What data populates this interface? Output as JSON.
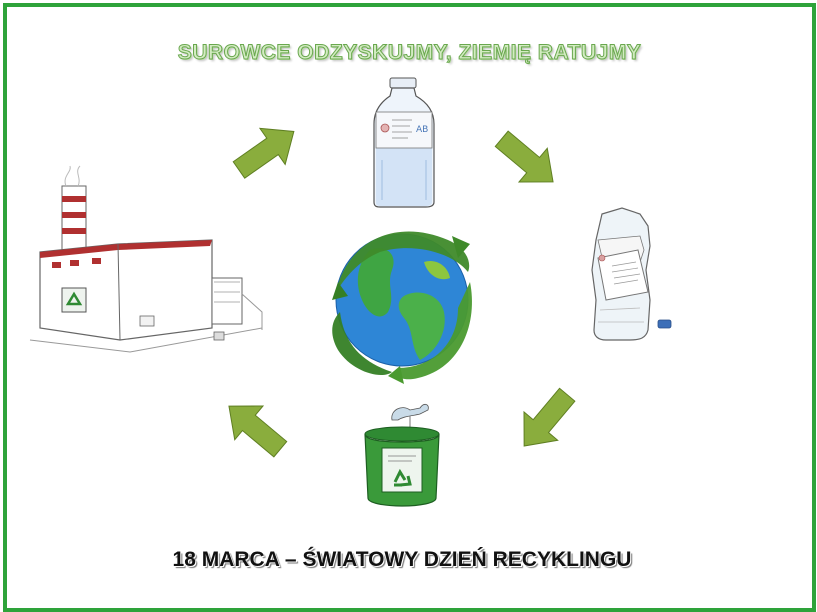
{
  "poster": {
    "headline": "SUROWCE ODZYSKUJMY,  ZIEMIĘ RATUJMY",
    "footer": "18 MARCA – ŚWIATOWY DZIEŃ RECYKLINGU",
    "bottle_label_text": "AB",
    "colors": {
      "frame": "#2ea33a",
      "arrow": "#8aad3d",
      "headline_fill": "#d3ecc2",
      "bin": "#3a9a3a",
      "factory_roof": "#b03030"
    }
  },
  "cycle_steps": [
    {
      "name": "water-bottle",
      "icon": "bottle-icon"
    },
    {
      "name": "crushed-bottle",
      "icon": "crushed-bottle-icon"
    },
    {
      "name": "recycling-bin",
      "icon": "recycling-bin-icon"
    },
    {
      "name": "recycling-factory",
      "icon": "factory-icon"
    }
  ],
  "center_icon": "globe-recycle-icon"
}
